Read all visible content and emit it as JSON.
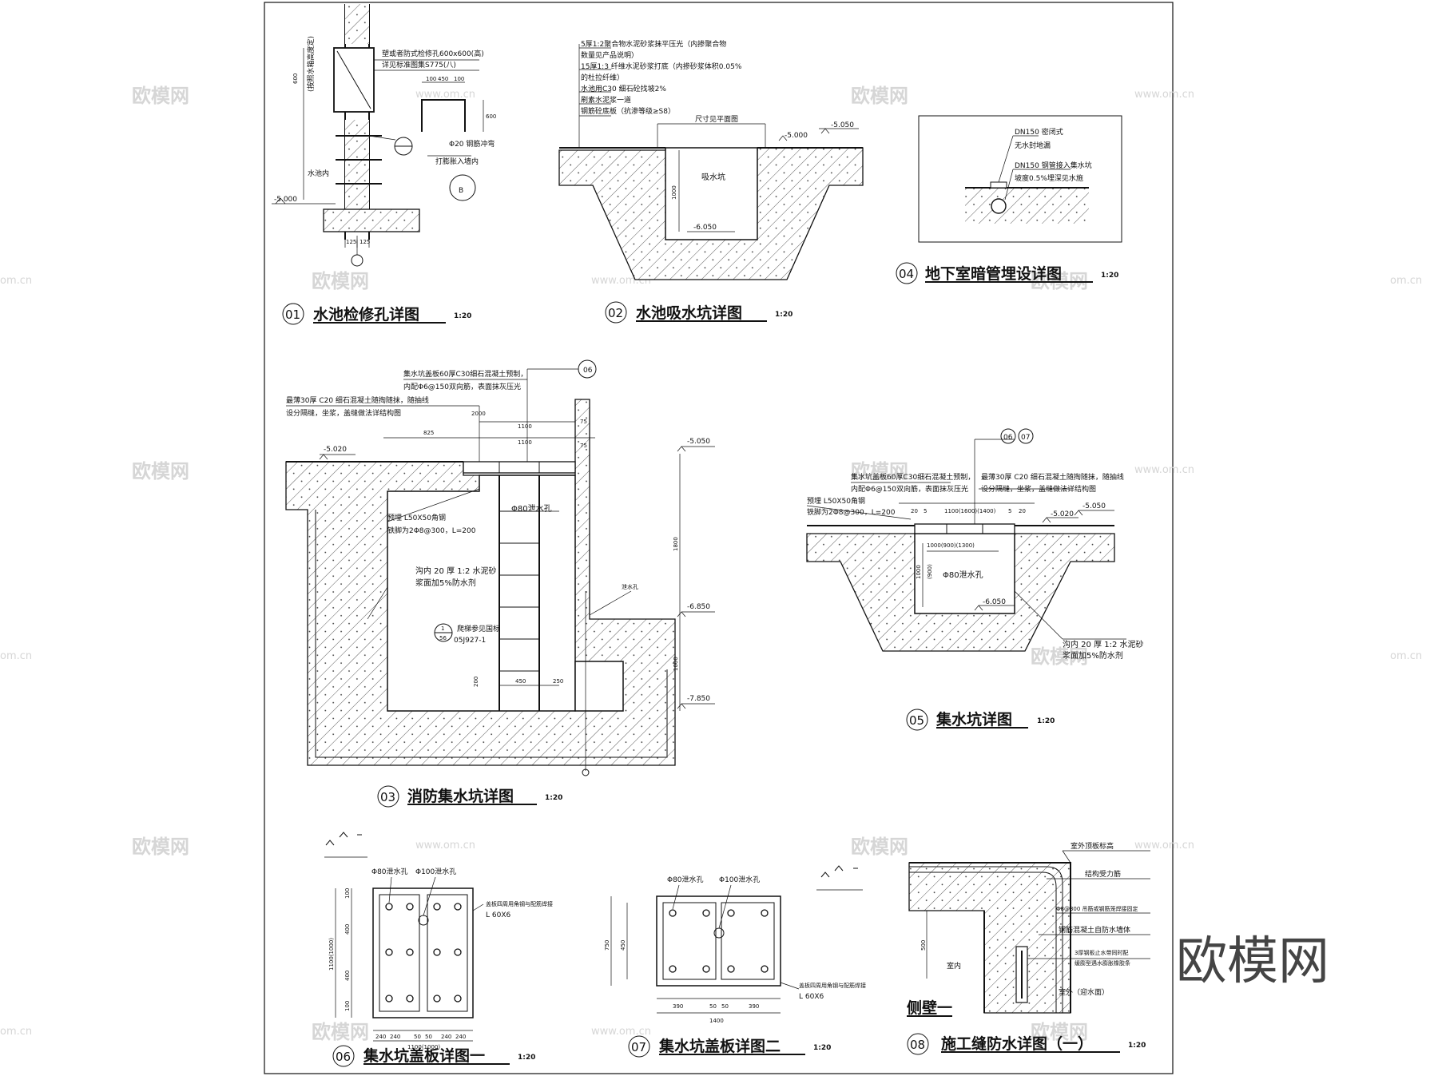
{
  "details": {
    "d01": {
      "num": "01",
      "title": "水池检修孔详图",
      "scale": "1:20",
      "notes": [
        "塑或者防式检修孔600x600(高)",
        "详见标准图集S775(八)"
      ],
      "labels": {
        "inside": "水池内",
        "level": "-5.000",
        "bar": "Φ20 钢筋冲弯",
        "anchor": "打膨胀入墙内",
        "section_mark": "B",
        "side_text": "(按照水箱高度定)"
      },
      "dims": [
        "100",
        "450",
        "100",
        "600",
        "600",
        "125",
        "125"
      ]
    },
    "d02": {
      "num": "02",
      "title": "水池吸水坑详图",
      "scale": "1:20",
      "notes": [
        "5厚1:2聚合物水泥砂浆抹平压光（内掺聚合物",
        "数量见产品说明）",
        "15厚1:3 纤维水泥砂浆打底（内掺砂浆体积0.05%",
        "的杜拉纤维）",
        "水池用C30 细石砼找坡2%",
        "刷素水泥浆一道",
        "钢筋砼底板（抗渗等级≥S8）"
      ],
      "labels": {
        "size": "尺寸见平面图",
        "pit": "吸水坑",
        "lv1": "-5.000",
        "lv2": "-5.050",
        "lv3": "-6.050",
        "dim": "1000"
      }
    },
    "d03": {
      "num": "03",
      "title": "消防集水坑详图",
      "scale": "1:20",
      "notes": [
        "集水坑盖板60厚C30细石混凝土预制，",
        "内配Φ6@150双向筋，表面抹灰压光",
        "最薄30厚 C20 细石混凝土随掏随抹，随抽线",
        "设分隔缝，坐浆，盖缝做法详结构图"
      ],
      "labels": {
        "ref_mark": "06",
        "embed": "预埋 L50X50角钢",
        "rebar": "铁脚为2Φ8@300，L=200",
        "hole": "Φ80泄水孔",
        "lining": [
          "沟内 20 厚 1:2 水泥砂",
          "浆面加5%防水剂"
        ],
        "ladder": "爬梯参见国标",
        "atlas": "05J927-1",
        "sheet_top": "1",
        "sheet_bot": "56",
        "gap": "泄水孔",
        "lv1": "-5.020",
        "lv2": "-5.050",
        "lv3": "-6.850",
        "lv4": "-7.850"
      },
      "dims": [
        "825",
        "2000",
        "1100",
        "1100",
        "75",
        "75",
        "1800",
        "1000",
        "450",
        "250",
        "200"
      ]
    },
    "d04": {
      "num": "04",
      "title": "地下室暗管埋设详图",
      "scale": "1:20",
      "notes": [
        "DN150 密闭式",
        "无水封地漏",
        "DN150 钢管接入集水坑",
        "坡度0.5%埋深见水施"
      ]
    },
    "d05": {
      "num": "05",
      "title": "集水坑详图",
      "scale": "1:20",
      "notes": [
        "集水坑盖板60厚C30细石混凝土预制，",
        "内配Φ6@150双向筋，表面抹灰压光",
        "最薄30厚 C20 细石混凝土随掏随抹，随抽线",
        "设分隔缝，坐浆，盖缝做法详结构图",
        "预埋 L50X50角钢",
        "铁脚为2Φ8@300，L=200"
      ],
      "labels": {
        "ref1": "06",
        "ref2": "07",
        "hole": "Φ80泄水孔",
        "lining": [
          "沟内 20 厚 1:2 水泥砂",
          "浆面加5%防水剂"
        ],
        "lv1": "-5.020",
        "lv2": "-5.050",
        "lv3": "-6.050",
        "dim_top": "1100(1600)(1400)",
        "dim_in": "1000(900)(1300)",
        "dim_v": "1000",
        "dim_v2": "(900)",
        "d1": "20",
        "d2": "5",
        "d3": "5",
        "d4": "20"
      }
    },
    "d06": {
      "num": "06",
      "title": "集水坑盖板详图一",
      "scale": "1:20",
      "notes": [
        "Φ80泄水孔",
        "Φ100泄水孔",
        "盖板四周用角钢与配筋焊接",
        "L 60X6"
      ],
      "dims": {
        "bottom": [
          "240",
          "240",
          "50",
          "50",
          "240",
          "240"
        ],
        "overall": "1100(1000)",
        "left": [
          "100",
          "400",
          "400",
          "100"
        ],
        "left_total": "1100(1000)"
      }
    },
    "d07": {
      "num": "07",
      "title": "集水坑盖板详图二",
      "scale": "1:20",
      "notes": [
        "Φ80泄水孔",
        "Φ100泄水孔",
        "盖板四周用角钢与配筋焊接",
        "L 60X6"
      ],
      "dims": {
        "bottom": [
          "390",
          "50",
          "50",
          "390"
        ],
        "overall": "1400",
        "left": [
          "750",
          "450"
        ]
      }
    },
    "d08": {
      "num": "08",
      "title": "施工缝防水详图（一）",
      "scale": "1:20",
      "notes": [
        "室外顶板标高",
        "结构受力筋",
        "Φ8@300 吊筋或钢筋笼焊接固定",
        "钢筋混凝土自防水墙体",
        "3厚钢板止水带同时配",
        "缓膨型遇水膨胀橡胶条"
      ],
      "labels": {
        "inside": "室内",
        "outside": "室外（迎水面）",
        "side": "侧壁一",
        "dim": "500"
      }
    }
  },
  "watermarks": {
    "logo": "欧模网",
    "url": "www.om.cn",
    "url2": "om.cn"
  },
  "brand": "欧模网"
}
